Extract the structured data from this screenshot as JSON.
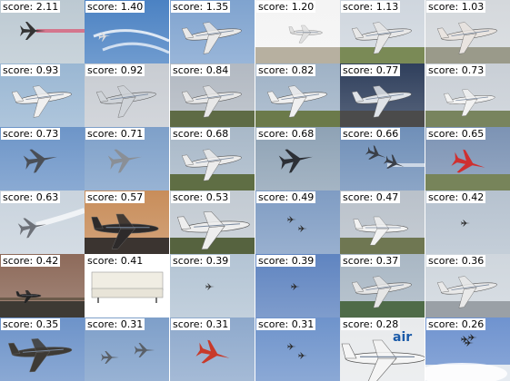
{
  "tiles": [
    {
      "score": "score: 2.11",
      "subject": "red-jet-trail",
      "sky": "#bcc9d2",
      "ground": "",
      "plane": "#d23a2a"
    },
    {
      "score": "score: 1.40",
      "subject": "contrail-jets",
      "sky": "#4b82c3",
      "ground": "",
      "plane": "#f2f2f2"
    },
    {
      "score": "score: 1.35",
      "subject": "airliner",
      "sky": "#7fa3cf",
      "ground": "",
      "plane": "#e9e9e9"
    },
    {
      "score": "score: 1.20",
      "subject": "small-airliner",
      "sky": "#f4f4f4",
      "ground": "#b7b0a0",
      "plane": "#e0e0e0"
    },
    {
      "score": "score: 1.13",
      "subject": "airliner",
      "sky": "#cfd6de",
      "ground": "#7a8a56",
      "plane": "#e8e8e8"
    },
    {
      "score": "score: 1.03",
      "subject": "airliner",
      "sky": "#d4d8dc",
      "ground": "#9a9a8a",
      "plane": "#e9e4e0"
    },
    {
      "score": "score: 0.93",
      "subject": "airliner",
      "sky": "#9ab7d3",
      "ground": "",
      "plane": "#f0f0f0"
    },
    {
      "score": "score: 0.92",
      "subject": "airliner",
      "sky": "#c8ccd2",
      "ground": "",
      "plane": "#cfd3d8"
    },
    {
      "score": "score: 0.84",
      "subject": "airliner",
      "sky": "#b2b9c2",
      "ground": "#5e6b45",
      "plane": "#e8e8e8"
    },
    {
      "score": "score: 0.82",
      "subject": "airliner",
      "sky": "#9fb2c6",
      "ground": "#6b7a4a",
      "plane": "#f0f0f0"
    },
    {
      "score": "score: 0.77",
      "subject": "airliner",
      "sky": "#2f3f5c",
      "ground": "#4b4b4b",
      "plane": "#dfe3e8"
    },
    {
      "score": "score: 0.73",
      "subject": "turboprop",
      "sky": "#c9cfd6",
      "ground": "#78845e",
      "plane": "#f2f2f2"
    },
    {
      "score": "score: 0.73",
      "subject": "fighter",
      "sky": "#6d95c8",
      "ground": "",
      "plane": "#4a4f57"
    },
    {
      "score": "score: 0.71",
      "subject": "fighter",
      "sky": "#7ea0c9",
      "ground": "",
      "plane": "#8a8f96"
    },
    {
      "score": "score: 0.68",
      "subject": "airliner",
      "sky": "#a8b8c8",
      "ground": "#5f6e44",
      "plane": "#ececec"
    },
    {
      "score": "score: 0.68",
      "subject": "fighter",
      "sky": "#8ea2b5",
      "ground": "",
      "plane": "#2c2f35"
    },
    {
      "score": "score: 0.66",
      "subject": "two-jets",
      "sky": "#6f8fb8",
      "ground": "",
      "plane": "#3a3f48"
    },
    {
      "score": "score: 0.65",
      "subject": "red-jet",
      "sky": "#7c93b4",
      "ground": "#77845a",
      "plane": "#cf3030"
    },
    {
      "score": "score: 0.63",
      "subject": "fighter-smoke",
      "sky": "#c9d3dd",
      "ground": "",
      "plane": "#6d7178"
    },
    {
      "score": "score: 0.57",
      "subject": "sunset-airliner",
      "sky": "#c88d5a",
      "ground": "#3b3430",
      "plane": "#2d2a2a"
    },
    {
      "score": "score: 0.53",
      "subject": "large-airliner",
      "sky": "#c2cad2",
      "ground": "#56633f",
      "plane": "#eeeeee"
    },
    {
      "score": "score: 0.49",
      "subject": "tiny-planes",
      "sky": "#7f9cc3",
      "ground": "",
      "plane": "#2c2c2c"
    },
    {
      "score": "score: 0.47",
      "subject": "regional-jet",
      "sky": "#b9c1ca",
      "ground": "#6f7752",
      "plane": "#f2f2f2"
    },
    {
      "score": "score: 0.42",
      "subject": "tiny-plane",
      "sky": "#b6c2cf",
      "ground": "",
      "plane": "#2c2c2c"
    },
    {
      "score": "score: 0.42",
      "subject": "runway-dusk",
      "sky": "#8d6a5a",
      "ground": "#3e3a34",
      "plane": "#222222"
    },
    {
      "score": "score: 0.41",
      "subject": "sofa",
      "sky": "#ffffff",
      "ground": "",
      "plane": "#f0ede3"
    },
    {
      "score": "score: 0.39",
      "subject": "tiny-plane",
      "sky": "#b3c4d4",
      "ground": "",
      "plane": "#3a3a3a"
    },
    {
      "score": "score: 0.39",
      "subject": "tiny-plane",
      "sky": "#5f84c0",
      "ground": "",
      "plane": "#2a2a2a"
    },
    {
      "score": "score: 0.37",
      "subject": "airliner",
      "sky": "#a9b7c4",
      "ground": "#4f6b48",
      "plane": "#e6e6e6"
    },
    {
      "score": "score: 0.36",
      "subject": "airliner",
      "sky": "#cfd6dd",
      "ground": "#9aa0a6",
      "plane": "#e9e9e9"
    },
    {
      "score": "score: 0.35",
      "subject": "bomber",
      "sky": "#6d93c9",
      "ground": "",
      "plane": "#3d3a35"
    },
    {
      "score": "score: 0.31",
      "subject": "two-fighters",
      "sky": "#7e9fc9",
      "ground": "",
      "plane": "#5a6068"
    },
    {
      "score": "score: 0.31",
      "subject": "red-jet",
      "sky": "#8ea9cc",
      "ground": "",
      "plane": "#c83a2a"
    },
    {
      "score": "score: 0.31",
      "subject": "tiny-planes",
      "sky": "#6e93cb",
      "ground": "",
      "plane": "#2c2c2c"
    },
    {
      "score": "score: 0.28",
      "subject": "air-logo",
      "sky": "#e8eaec",
      "ground": "",
      "plane": "#f5f5f5",
      "logo": "air"
    },
    {
      "score": "score: 0.26",
      "subject": "formation",
      "sky": "#6f93cf",
      "ground": "#e6ebf1",
      "plane": "#222222"
    }
  ]
}
